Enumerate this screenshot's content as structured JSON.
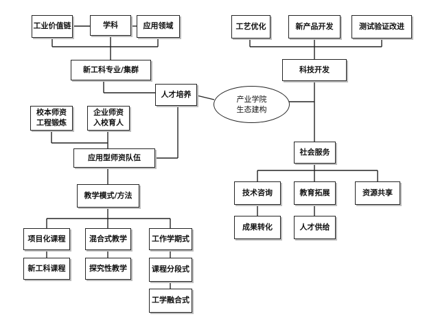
{
  "nodes": {
    "industrial_value_chain": "工业价值链",
    "discipline": "学科",
    "application_field": "应用领域",
    "new_engineering_cluster": "新工科专业/集群",
    "talent_cultivation": "人才培养",
    "center_line1": "产业学院",
    "center_line2": "生态建构",
    "school_teacher_line1": "校本师资",
    "school_teacher_line2": "工程锻炼",
    "enterprise_teacher_line1": "企业师资",
    "enterprise_teacher_line2": "入校育人",
    "applied_faculty": "应用型师资队伍",
    "teaching_mode": "教学模式/方法",
    "project_course": "项目化课程",
    "mixed_teaching": "混合式教学",
    "work_study_term": "工作学期式",
    "new_engineering_course": "新工科课程",
    "inquiry_teaching": "探究性教学",
    "course_segment": "课程分段式",
    "work_study_fusion": "工学融合式",
    "process_optimization": "工艺优化",
    "new_product_dev": "新产品开发",
    "test_verify_improve": "测试验证改进",
    "tech_development": "科技开发",
    "social_service": "社会服务",
    "tech_consulting": "技术咨询",
    "education_expansion": "教育拓展",
    "resource_sharing": "资源共享",
    "result_transfer": "成果转化",
    "talent_supply": "人才供给"
  }
}
